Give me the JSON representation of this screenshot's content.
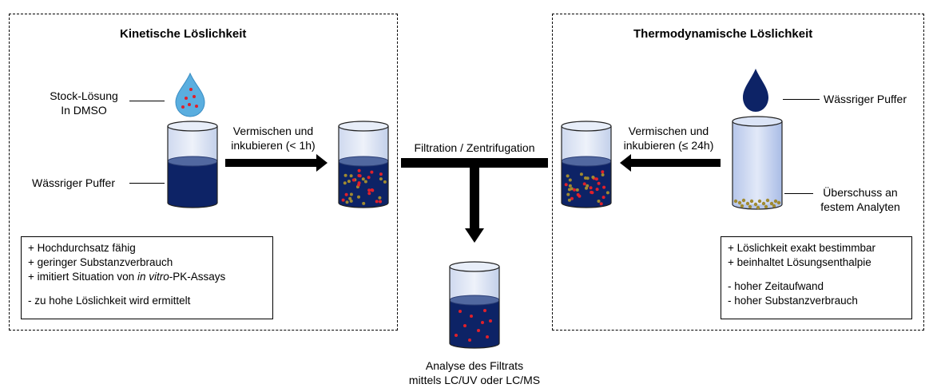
{
  "left_panel": {
    "title": "Kinetische Löslichkeit",
    "stock_label_1": "Stock-Lösung",
    "stock_label_2": "In DMSO",
    "buffer_label": "Wässriger Puffer",
    "mix_label_1": "Vermischen und",
    "mix_label_2": "inkubieren (< 1h)",
    "info": {
      "line1": "+ Hochdurchsatz fähig",
      "line2": "+ geringer Substanzverbrauch",
      "line3_prefix": "+ imitiert Situation von ",
      "line3_italic": "in vitro",
      "line3_suffix": "-PK-Assays",
      "line4": "- zu hohe Löslichkeit wird ermittelt"
    }
  },
  "center": {
    "filtration_label": "Filtration / Zentrifugation",
    "analysis_label_1": "Analyse des Filtrats",
    "analysis_label_2": "mittels LC/UV oder LC/MS"
  },
  "right_panel": {
    "title": "Thermodynamische Löslichkeit",
    "buffer_label": "Wässriger Puffer",
    "mix_label_1": "Vermischen und",
    "mix_label_2": "inkubieren (≤ 24h)",
    "excess_label_1": "Überschuss an",
    "excess_label_2": "festem Analyten",
    "info": {
      "line1": "+ Löslichkeit exakt bestimmbar",
      "line2": "+ beinhaltet Lösungsenthalpie",
      "line3": "- hoher Zeitaufwand",
      "line4": "- hoher Substanzverbrauch"
    }
  },
  "colors": {
    "buffer_dark": "#0d2366",
    "stock_drop": "#5aaedf",
    "buffer_drop": "#0d2366",
    "red_particle": "#e0202a",
    "olive_particle": "#a08a30"
  }
}
